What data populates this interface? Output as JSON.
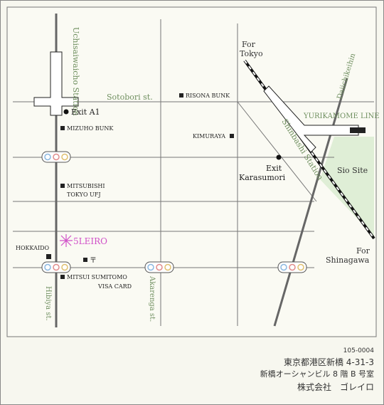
{
  "stations": {
    "uchisaiwaicho": "Uchisaiwaicho Station",
    "shinbashi": "Shinbashi Station",
    "yurikamome": "YURIKAMOME LINE"
  },
  "streets": {
    "sotobori": "Sotobori st.",
    "hibiya": "Hibiya st.",
    "akarenga": "Akarenga st.",
    "daiichikeihin": "Daiichikeihin"
  },
  "directions": {
    "for_tokyo_1": "For",
    "for_tokyo_2": "Tokyo",
    "for_shinagawa_1": "For",
    "for_shinagawa_2": "Shinagawa"
  },
  "exits": {
    "a1": "Exit A1",
    "karasumori_1": "Exit",
    "karasumori_2": "Karasumori"
  },
  "landmarks": {
    "risona": "RISONA BUNK",
    "mizuho": "MIZUHO BUNK",
    "kimuraya": "KIMURAYA",
    "mitsubishi_1": "MITSUBISHI",
    "mitsubishi_2": "TOKYO UFJ",
    "hokkaido": "HOKKAIDO",
    "post": "〒",
    "smbc_1": "MITSUI SUMITOMO",
    "smbc_2": "VISA CARD",
    "sio_site": "Sio Site"
  },
  "destination": {
    "name": "5LEIRO"
  },
  "colors": {
    "street_text": "#6f8f5f",
    "destination": "#d050c8",
    "park": "#dfeed6",
    "road": "#6d6d6d",
    "traffic_red": "#e8a0a0",
    "traffic_yellow": "#e8d080",
    "traffic_blue": "#a0c8e8"
  },
  "icons": [
    "traffic-light-icon",
    "bank-marker-icon",
    "post-office-icon",
    "destination-star-icon",
    "exit-dot-icon"
  ],
  "address": {
    "postal": "105-0004",
    "line1": "東京都港区新橋 4-31-3",
    "line2": "新橋オーシャンビル 8 階 B 号室",
    "company": "株式会社　ゴレイロ"
  }
}
